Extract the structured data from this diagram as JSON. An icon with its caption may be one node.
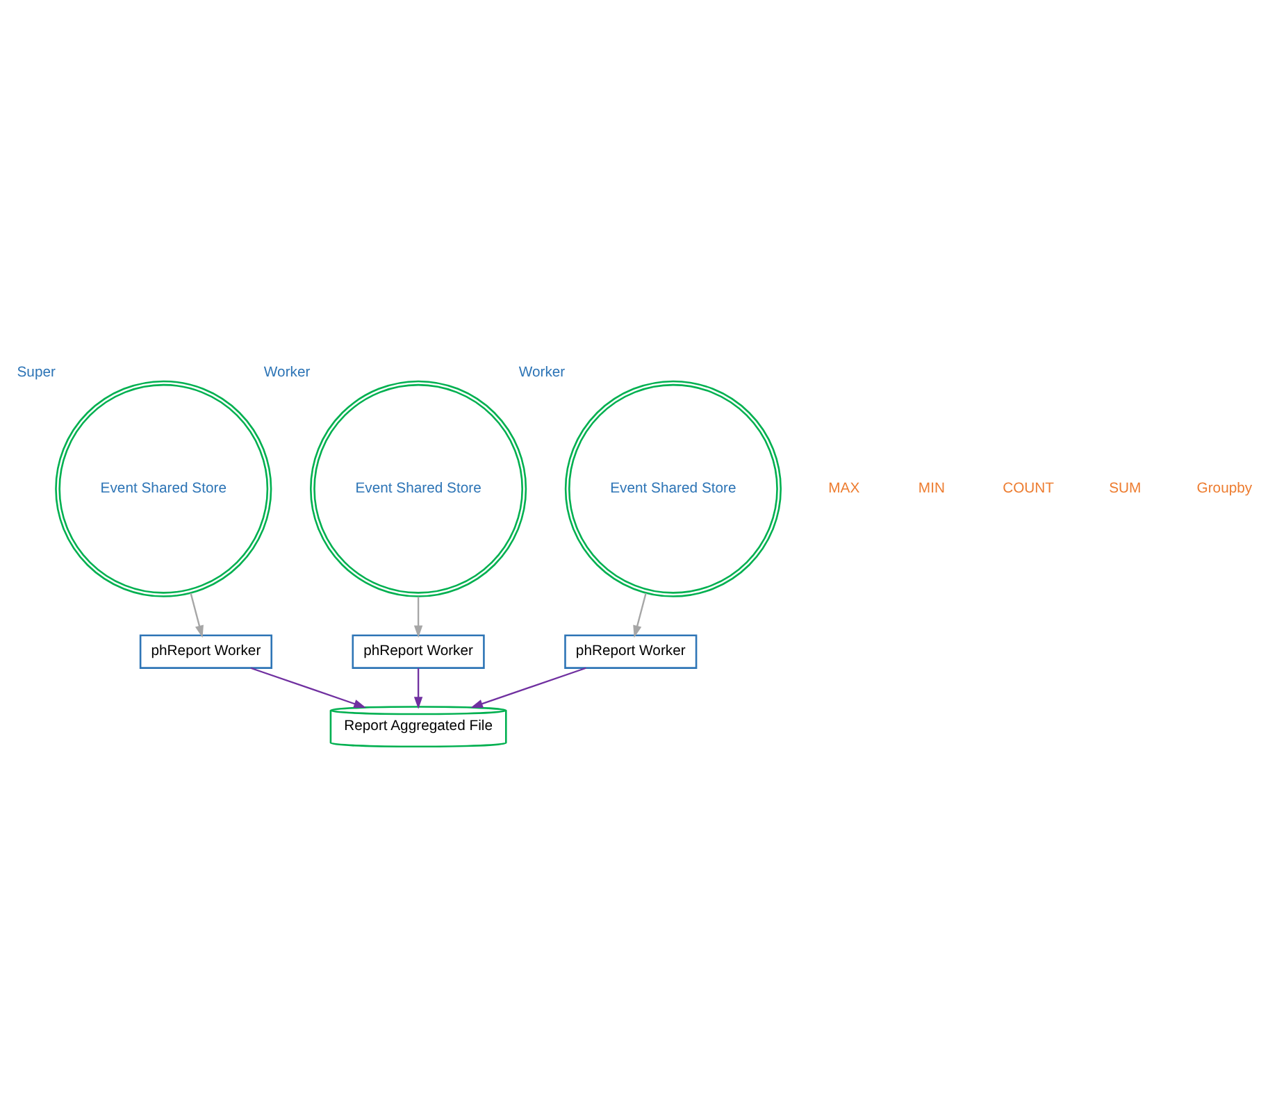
{
  "diagram": {
    "nodes": [
      {
        "text": [
          "Event Shared Store"
        ],
        "beside": [
          "Super"
        ]
      },
      {
        "text": [
          "phReport Worker"
        ]
      },
      {
        "text": [
          "Report Aggregated File"
        ]
      },
      {
        "text": [
          "phReport Worker"
        ]
      },
      {
        "text": [
          "phReport Worker"
        ]
      },
      {
        "text": [
          "Event Shared Store"
        ],
        "beside": [
          "Worker"
        ]
      },
      {
        "text": [
          "Event Shared Store"
        ],
        "beside": [
          "Worker"
        ]
      }
    ],
    "edges": [
      {
        "from": 0,
        "to": 1,
        "arrow": "to",
        "color": "#a6a6a6"
      },
      {
        "from": 1,
        "to": 2,
        "arrow": "to",
        "color": "#7030a0"
      },
      {
        "from": 3,
        "to": 2,
        "arrow": "to",
        "color": "#7030a0"
      },
      {
        "from": 4,
        "to": 2,
        "arrow": "to",
        "color": "#7030a0"
      },
      {
        "from": 5,
        "to": 3,
        "arrow": "to",
        "color": "#a6a6a6"
      },
      {
        "from": 6,
        "to": 4,
        "arrow": "to",
        "color": "#a6a6a6"
      }
    ],
    "labels": [
      "MAX",
      "MIN",
      "COUNT",
      "SUM",
      "Groupby"
    ]
  }
}
